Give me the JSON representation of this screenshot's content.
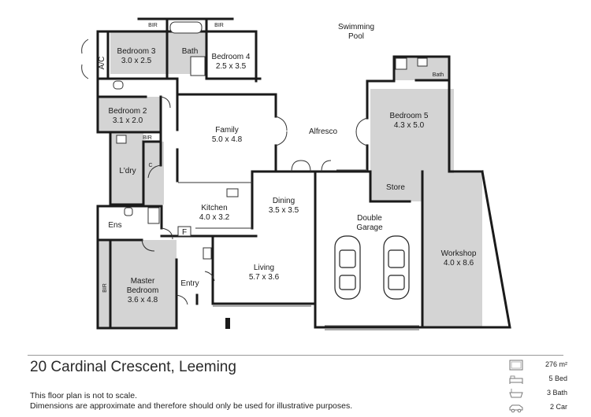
{
  "rooms": {
    "swimming_pool": {
      "line1": "Swimming",
      "line2": "Pool"
    },
    "bedroom3": {
      "name": "Bedroom 3",
      "size": "3.0 x 2.5"
    },
    "bath_top": "Bath",
    "bedroom4": {
      "name": "Bedroom 4",
      "size": "2.5 x 3.5"
    },
    "bir_top_left": "BIR",
    "bir_top_right": "BIR",
    "ac": "A/C",
    "bedroom2": {
      "name": "Bedroom 2",
      "size": "3.1 x 2.0"
    },
    "bir_mid": "BIR",
    "laundry": "L'dry",
    "c_label": "C",
    "family": {
      "name": "Family",
      "size": "5.0 x 4.8"
    },
    "alfresco": "Alfresco",
    "bedroom5": {
      "name": "Bedroom 5",
      "size": "4.3 x 5.0"
    },
    "bath_right": "Bath",
    "store": "Store",
    "dining": {
      "name": "Dining",
      "size": "3.5 x 3.5"
    },
    "double_garage": {
      "line1": "Double",
      "line2": "Garage"
    },
    "workshop": {
      "name": "Workshop",
      "size": "4.0 x 8.6"
    },
    "kitchen": {
      "name": "Kitchen",
      "size": "4.0 x 3.2"
    },
    "ens": "Ens",
    "f_label": "F",
    "living": {
      "name": "Living",
      "size": "5.7 x 3.6"
    },
    "entry": "Entry",
    "master": {
      "line1": "Master",
      "line2": "Bedroom",
      "size": "3.6 x 4.8"
    },
    "bir_master": "BIR"
  },
  "footer": {
    "address": "20 Cardinal Crescent, Leeming",
    "disclaimer_line1": "This floor plan is not to scale.",
    "disclaimer_line2": "Dimensions are approximate and therefore should only be used for illustrative purposes."
  },
  "stats": {
    "area": "276 m²",
    "beds": "5 Bed",
    "baths": "3 Bath",
    "cars": "2 Car"
  },
  "icons": [
    "area-icon",
    "bed-icon",
    "bath-icon",
    "car-icon"
  ],
  "colors": {
    "wall": "#1a1a1a",
    "floor_grey": "#d4d4d4",
    "background": "#ffffff"
  }
}
